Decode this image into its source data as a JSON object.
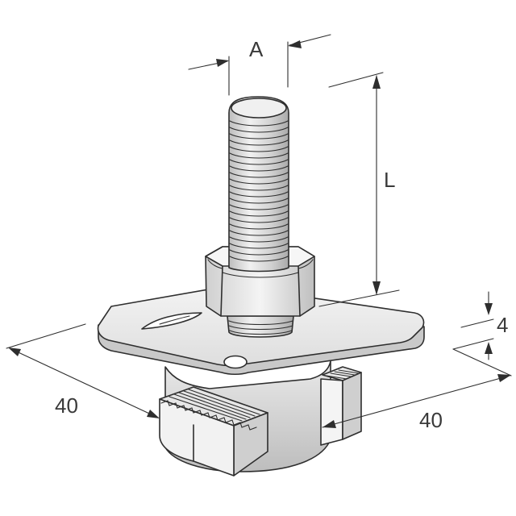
{
  "dimensions": {
    "thread_diameter": "A",
    "bolt_length": "L",
    "plate_thickness": "4",
    "plate_depth": "40",
    "plate_width": "40"
  },
  "colors": {
    "line": "#2e2e2e",
    "plate_fill": "#ececec",
    "metal_fill": "#dcdcdc",
    "dark_fill": "#b8b8b8"
  }
}
